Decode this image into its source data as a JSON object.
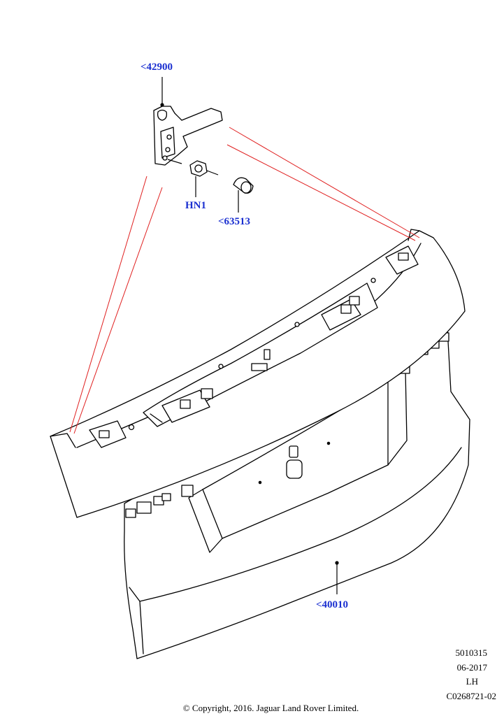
{
  "callouts": {
    "hinge": "<42900",
    "nut": "HN1",
    "bump_stop": "<63513",
    "tailgate": "<40010"
  },
  "meta": {
    "code": "5010315",
    "date": "06-2017",
    "side": "LH",
    "ref": "C0268721-02"
  },
  "copyright": "© Copyright, 2016. Jaguar Land Rover Limited.",
  "colors": {
    "callout": "#1a2fd0",
    "guide_line": "#e02020",
    "line_art": "#000000"
  }
}
